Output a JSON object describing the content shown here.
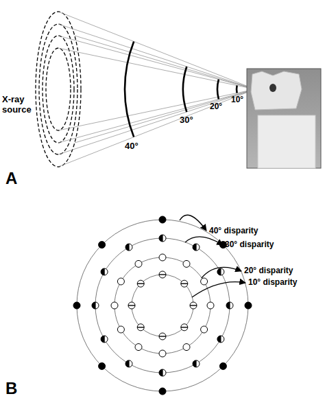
{
  "diagram": {
    "labels": [
      "X-ray source",
      "40°",
      "30°",
      "20°",
      "10°",
      "A",
      "40° disparity",
      "30° disparity",
      "20° disparity",
      "10° disparity",
      "B"
    ]
  }
}
